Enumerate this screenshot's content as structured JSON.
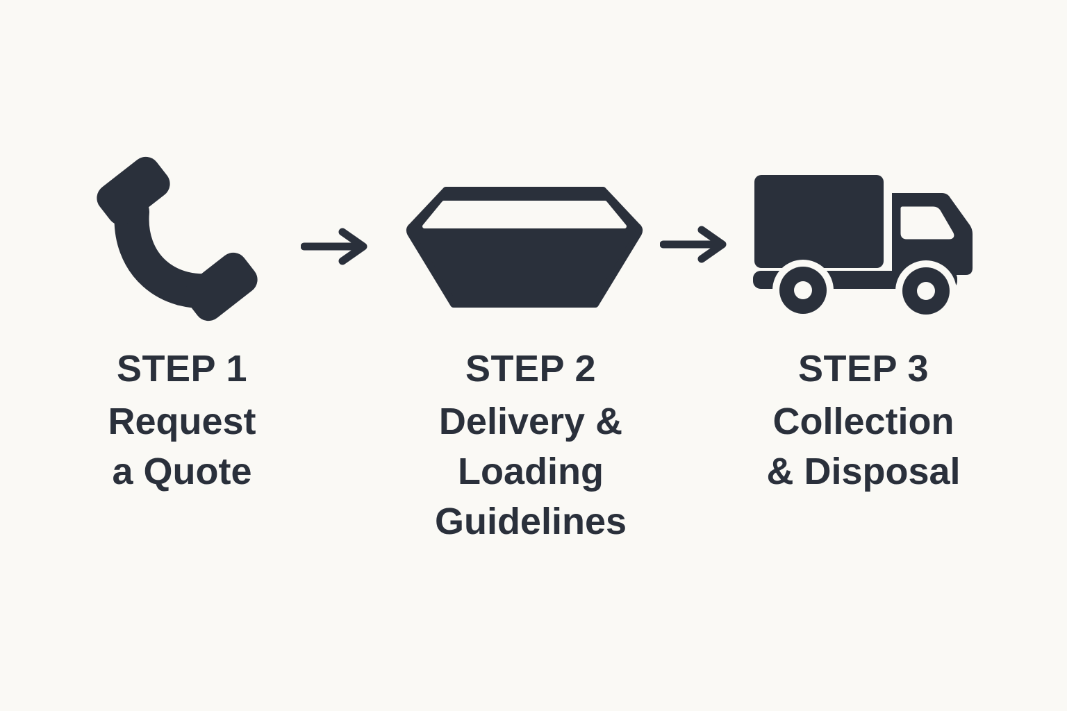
{
  "palette": {
    "background": "#FAF9F5",
    "ink": "#2A303B"
  },
  "diagram": {
    "type": "process-flow",
    "direction": "left-to-right"
  },
  "steps": [
    {
      "label": "STEP 1",
      "title": "Request a Quote",
      "title_lines": [
        "Request",
        "a Quote"
      ],
      "icon": "phone-icon"
    },
    {
      "label": "STEP 2",
      "title": "Delivery & Loading Guidelines",
      "title_lines": [
        "Delivery &",
        "Loading",
        "Guidelines"
      ],
      "icon": "skip-icon"
    },
    {
      "label": "STEP 3",
      "title": "Collection & Disposal",
      "title_lines": [
        "Collection",
        "& Disposal"
      ],
      "icon": "truck-icon"
    }
  ],
  "arrows": [
    {
      "icon": "arrow-right-icon"
    },
    {
      "icon": "arrow-right-icon"
    }
  ]
}
